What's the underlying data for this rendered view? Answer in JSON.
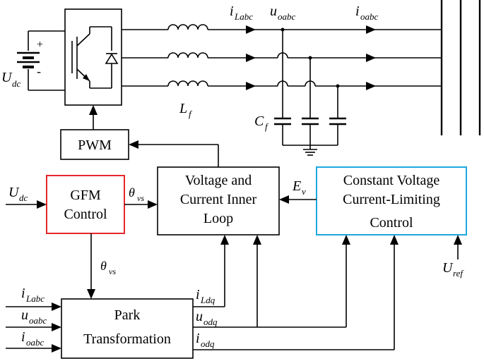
{
  "source": {
    "name": "U",
    "sub": "dc",
    "plus": "+",
    "minus": "-"
  },
  "filter_inductor": {
    "name": "L",
    "sub": "f"
  },
  "filter_capacitor": {
    "name": "C",
    "sub": "f"
  },
  "currents": {
    "inductor": {
      "name": "i",
      "sub": "Labc"
    },
    "output_voltage": {
      "name": "u",
      "sub": "oabc"
    },
    "output_current": {
      "name": "i",
      "sub": "oabc"
    }
  },
  "blocks": {
    "pwm": "PWM",
    "gfm": [
      "GFM",
      "Control"
    ],
    "inner_loop": [
      "Voltage and",
      "Current Inner",
      "Loop"
    ],
    "cvcl": [
      "Constant Voltage",
      "Current-Limiting",
      "Control"
    ],
    "park": [
      "Park",
      "Transformation"
    ]
  },
  "signals": {
    "udc_in": {
      "name": "U",
      "sub": "dc"
    },
    "theta_vs_right": {
      "name": "θ",
      "sub": "vs"
    },
    "theta_vs_down": {
      "name": "θ",
      "sub": "vs"
    },
    "ev": {
      "name": "E",
      "sub": "v"
    },
    "uref": {
      "name": "U",
      "sub": "ref"
    },
    "park_in_1": {
      "name": "i",
      "sub": "Labc"
    },
    "park_in_2": {
      "name": "u",
      "sub": "oabc"
    },
    "park_in_3": {
      "name": "i",
      "sub": "oabc"
    },
    "park_out_1": {
      "name": "i",
      "sub": "Ldq"
    },
    "park_out_2": {
      "name": "u",
      "sub": "odq"
    },
    "park_out_3": {
      "name": "i",
      "sub": "odq"
    }
  },
  "colors": {
    "gfm_border": "#e8262b",
    "cvcl_border": "#1ea7e1",
    "line": "#000000"
  }
}
